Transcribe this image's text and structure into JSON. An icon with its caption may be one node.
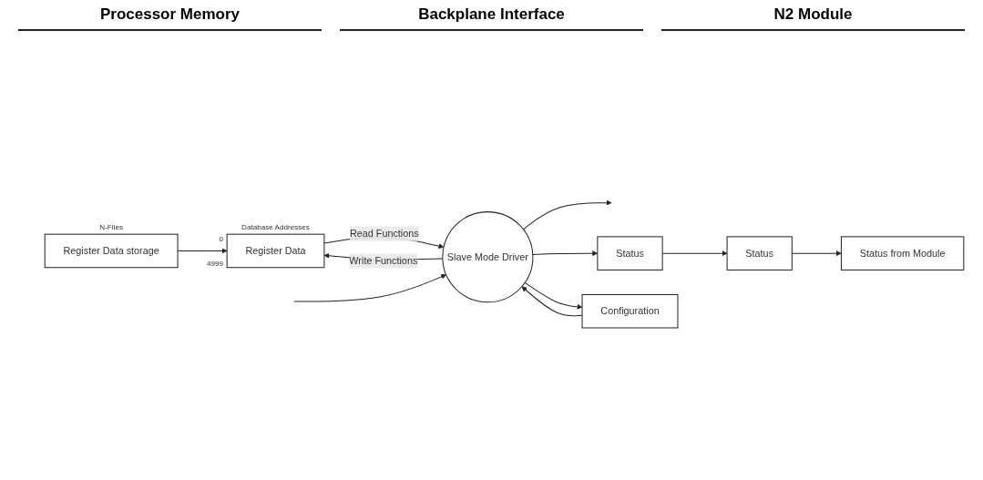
{
  "diagram": {
    "nodes": [
      {
        "text": [
          "Register Data storage"
        ],
        "beside": [
          "N-Files"
        ]
      },
      {
        "text": [
          "Register Data"
        ],
        "beside": [
          "Database Addresses",
          "0",
          "4999"
        ]
      },
      {
        "text": [
          "Slave Mode Driver"
        ]
      },
      {
        "text": [
          "Status from Module"
        ]
      },
      {
        "text": [
          "Status"
        ]
      },
      {
        "text": [
          "Status"
        ]
      },
      {
        "text": [
          "Configuration"
        ]
      }
    ],
    "edges": [
      {
        "from": 0,
        "to": 1,
        "arrow": "to"
      },
      {
        "from": 2,
        "to": 1,
        "label": "Write Functions",
        "arrow": "to"
      },
      {
        "from": 1,
        "to": 2,
        "label": "Read Functions",
        "arrow": "to"
      },
      {
        "from": null,
        "to": 2,
        "arrow": "to"
      },
      {
        "from": 2,
        "to": null,
        "arrow": "to"
      },
      {
        "from": 2,
        "to": 5,
        "arrow": "to"
      },
      {
        "from": 5,
        "to": 4,
        "arrow": "to"
      },
      {
        "from": 4,
        "to": 3,
        "arrow": "to"
      },
      {
        "from": 2,
        "to": 6,
        "arrow": "to"
      },
      {
        "from": 6,
        "to": 2,
        "arrow": "to"
      }
    ],
    "labels": [
      "Processor Memory",
      "Backplane Interface",
      "N2 Module"
    ]
  }
}
